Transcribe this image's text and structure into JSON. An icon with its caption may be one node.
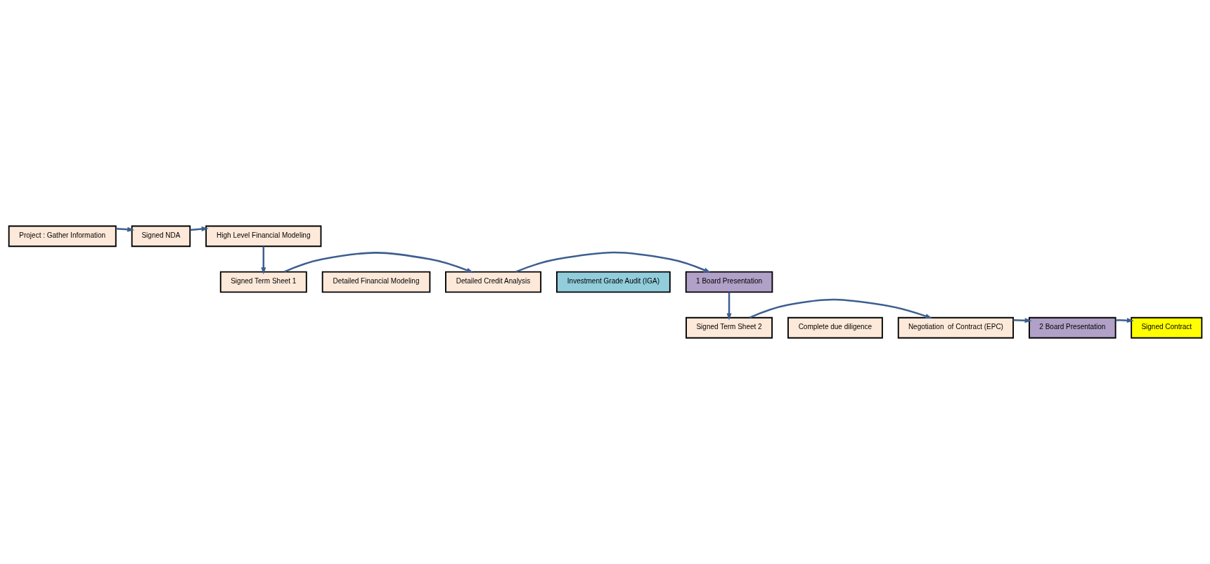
{
  "diagram": {
    "nodes": [
      {
        "text": [
          "Project : Gather Information"
        ]
      },
      {
        "text": [
          "Signed NDA"
        ]
      },
      {
        "text": [
          "High Level Financial Modeling"
        ]
      },
      {
        "text": [
          "Signed Term Sheet 1"
        ]
      },
      {
        "text": [
          "Detailed Financial Modeling"
        ]
      },
      {
        "text": [
          "Detailed Credit Analysis"
        ]
      },
      {
        "text": [
          "Investment Grade Audit (IGA)"
        ]
      },
      {
        "text": [
          "1 Board Presentation"
        ]
      },
      {
        "text": [
          "Signed Term Sheet 2"
        ]
      },
      {
        "text": [
          "Complete due diligence"
        ]
      },
      {
        "text": [
          "Negotiation  of Contract (EPC)"
        ]
      },
      {
        "text": [
          "2 Board Presentation"
        ]
      },
      {
        "text": [
          "Signed Contract"
        ]
      }
    ],
    "edges": [
      {
        "from": 0,
        "to": 1,
        "arrow": "to"
      },
      {
        "from": 1,
        "to": 2,
        "arrow": "to"
      },
      {
        "from": 2,
        "to": 3,
        "arrow": "to"
      },
      {
        "from": 3,
        "to": 5,
        "arrow": "to"
      },
      {
        "from": 5,
        "to": 7,
        "arrow": "to"
      },
      {
        "from": 7,
        "to": 8,
        "arrow": "to"
      },
      {
        "from": 8,
        "to": 10,
        "arrow": "to"
      },
      {
        "from": 10,
        "to": 11,
        "arrow": "to"
      },
      {
        "from": 11,
        "to": 12,
        "arrow": "to"
      }
    ]
  }
}
